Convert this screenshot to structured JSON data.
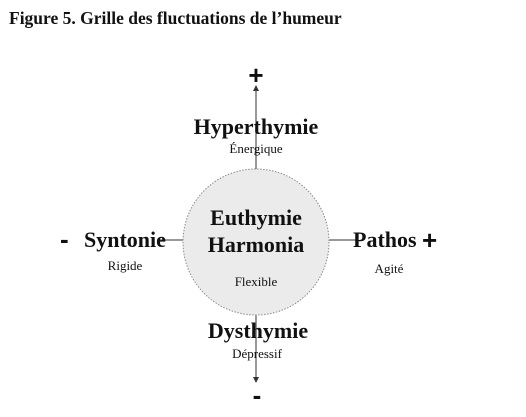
{
  "figure_title": "Figure 5. Grille des fluctuations de l’humeur",
  "center": {
    "line1": "Euthymie",
    "line2": "Harmonia",
    "sub": "Flexible"
  },
  "top": {
    "sign": "+",
    "label": "Hyperthymie",
    "sub": "Énergique"
  },
  "bottom": {
    "sign": "-",
    "label": "Dysthymie",
    "sub": "Dépressif"
  },
  "left": {
    "sign": "-",
    "label": "Syntonie",
    "sub": "Rigide"
  },
  "right": {
    "sign": "+",
    "label": "Pathos",
    "sub": "Agité"
  },
  "colors": {
    "circle_fill": "#ebebeb",
    "circle_stroke": "#8a8a8a",
    "axis": "#333333",
    "text": "#111111"
  }
}
